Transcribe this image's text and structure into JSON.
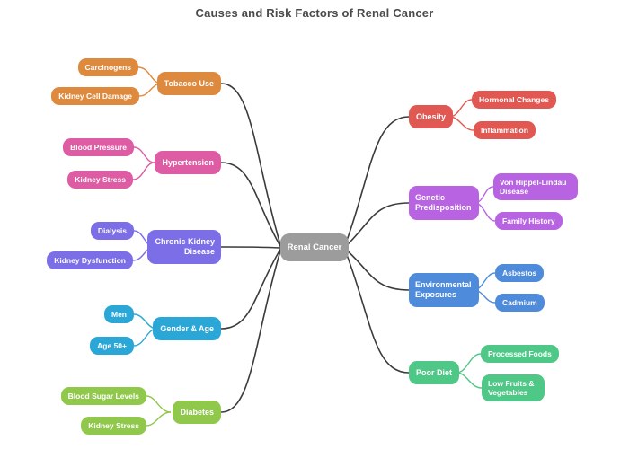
{
  "title": "Causes and Risk Factors of Renal Cancer",
  "colors": {
    "edge": "#3b3b3b",
    "title_text": "#4a4a4a",
    "node_text": "#ffffff",
    "background": "#ffffff"
  },
  "center": {
    "label": "Renal Cancer",
    "color": "#9c9c9c"
  },
  "left_branches": [
    {
      "label": "Tobacco Use",
      "color": "#de8a3e",
      "children": [
        {
          "label": "Carcinogens"
        },
        {
          "label": "Kidney Cell Damage"
        }
      ]
    },
    {
      "label": "Hypertension",
      "color": "#de5ca4",
      "children": [
        {
          "label": "Blood Pressure"
        },
        {
          "label": "Kidney Stress"
        }
      ]
    },
    {
      "label": "Chronic Kidney Disease",
      "color": "#7c6ee6",
      "children": [
        {
          "label": "Dialysis"
        },
        {
          "label": "Kidney Dysfunction"
        }
      ]
    },
    {
      "label": "Gender & Age",
      "color": "#2ba7d7",
      "children": [
        {
          "label": "Men"
        },
        {
          "label": "Age 50+"
        }
      ]
    },
    {
      "label": "Diabetes",
      "color": "#90c84b",
      "children": [
        {
          "label": "Blood Sugar Levels"
        },
        {
          "label": "Kidney Stress"
        }
      ]
    }
  ],
  "right_branches": [
    {
      "label": "Obesity",
      "color": "#e15852",
      "children": [
        {
          "label": "Hormonal Changes"
        },
        {
          "label": "Inflammation"
        }
      ]
    },
    {
      "label": "Genetic Predisposition",
      "color": "#b763e2",
      "children": [
        {
          "label": "Von Hippel-Lindau Disease"
        },
        {
          "label": "Family History"
        }
      ]
    },
    {
      "label": "Environmental Exposures",
      "color": "#4e8bdb",
      "children": [
        {
          "label": "Asbestos"
        },
        {
          "label": "Cadmium"
        }
      ]
    },
    {
      "label": "Poor Diet",
      "color": "#4fc787",
      "children": [
        {
          "label": "Processed Foods"
        },
        {
          "label": "Low Fruits & Vegetables"
        }
      ]
    }
  ]
}
